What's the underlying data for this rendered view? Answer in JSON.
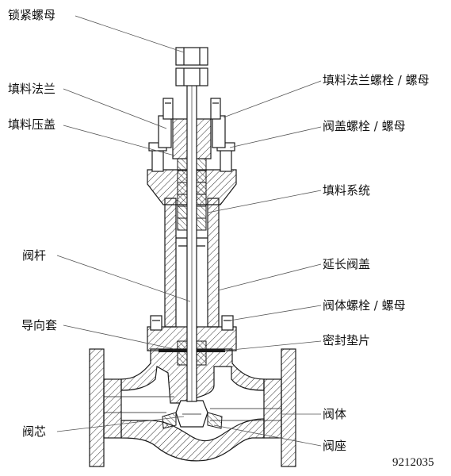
{
  "labels": {
    "locknut": "锁紧螺母",
    "packing_flange": "填料法兰",
    "packing_follower": "填料压盖",
    "packing_flange_bolt_nut": "填料法兰螺栓 / 螺母",
    "bonnet_bolt_nut": "阀盖螺栓 / 螺母",
    "packing_system": "填料系统",
    "stem": "阀杆",
    "extension_bonnet": "延长阀盖",
    "body_bolt_nut": "阀体螺栓 / 螺母",
    "guide_bushing": "导向套",
    "gasket": "密封垫片",
    "body": "阀体",
    "plug": "阀芯",
    "seat": "阀座"
  },
  "drawing_code": "9212035",
  "colors": {
    "line": "#1a1a1a",
    "leader": "#555555",
    "hatch": "#333333",
    "text": "#111111"
  }
}
